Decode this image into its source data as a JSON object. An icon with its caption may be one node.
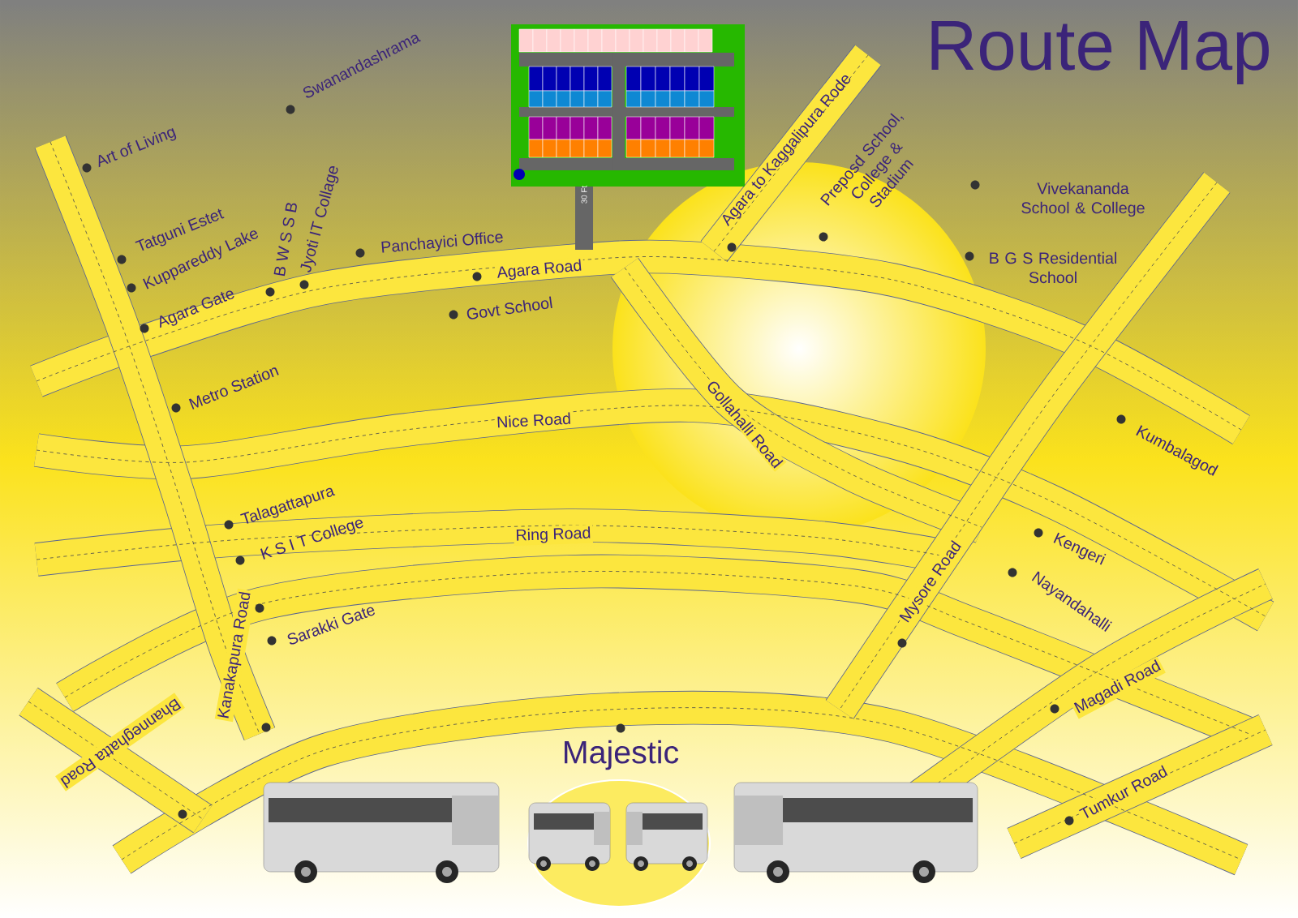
{
  "diagram": {
    "title": "Route Map",
    "labels": [
      "Swanandashrama",
      "Art of Living",
      "Agara to Kaggalipura Rode",
      "Preposd School, College & Stadium",
      "Vivekananda School & College",
      "Tatguni Estet",
      "Kuppareddy Lake",
      "B W S S B",
      "Jyoti IT Collage",
      "Panchayici Office",
      "B G S Residential School",
      "Agara Road",
      "Agara Gate",
      "Govt School",
      "Metro Station",
      "Gollahalli Road",
      "Nice Road",
      "Kumbalagod",
      "Talagattapura",
      "K S I T College",
      "Ring Road",
      "Kengeri",
      "Mysore Road",
      "Nayandahalli",
      "Kanakapura Road",
      "Sarakki Gate",
      "Magadi Road",
      "Bhanneghatta Road",
      "Majestic",
      "Tumkur Road",
      "30 Ft"
    ]
  }
}
